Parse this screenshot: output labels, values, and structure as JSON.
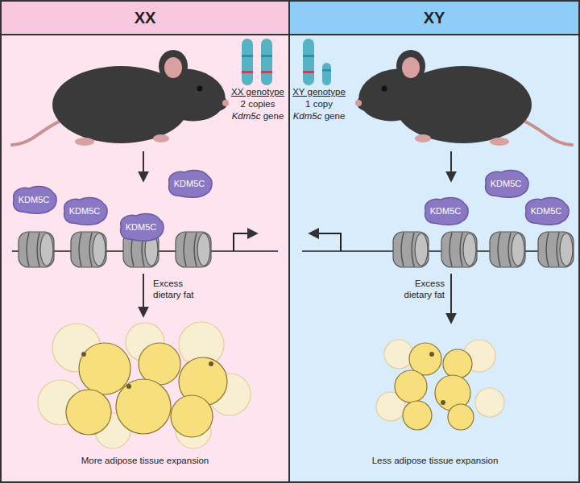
{
  "diagram": {
    "nodes": [
      {
        "text": [
          "XX"
        ]
      },
      {
        "text": [
          "KDM5C"
        ],
        "in": 0
      },
      {
        "text": [
          "KDM5C"
        ],
        "in": 0
      },
      {
        "text": [
          "KDM5C"
        ],
        "in": 0
      },
      {
        "text": [
          "KDM5C"
        ],
        "in": 0
      },
      {
        "text": [
          "XY"
        ]
      },
      {
        "text": [
          "KDM5C"
        ],
        "in": 5
      },
      {
        "text": [
          "KDM5C"
        ],
        "in": 5
      },
      {
        "text": [
          "KDM5C"
        ],
        "in": 5
      }
    ],
    "labels": [
      "XX genotype",
      "2 copies",
      "Kdm5c gene",
      "Excess dietary fat",
      "More adipose tissue expansion",
      "XY genotype",
      "1 copy",
      "Kdm5c gene",
      "Excess dietary fat",
      "Less adipose tissue expansion"
    ]
  }
}
